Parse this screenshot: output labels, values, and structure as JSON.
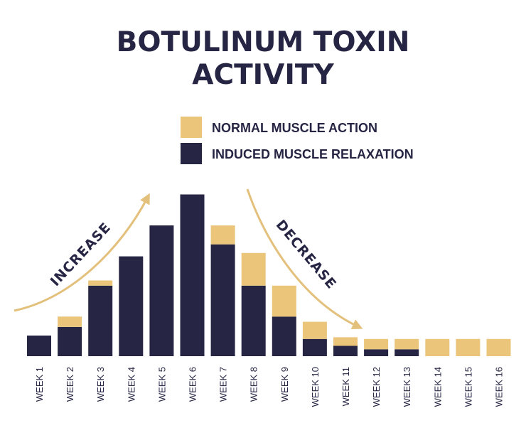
{
  "chart_data": {
    "type": "bar",
    "stacked": true,
    "title_lines": [
      "BOTULINUM TOXIN",
      "ACTIVITY"
    ],
    "categories": [
      "WEEK 1",
      "WEEK 2",
      "WEEK 3",
      "WEEK 4",
      "WEEK 5",
      "WEEK 6",
      "WEEK 7",
      "WEEK 8",
      "WEEK 9",
      "WEEK 10",
      "WEEK 11",
      "WEEK 12",
      "WEEK 13",
      "WEEK 14",
      "WEEK 15",
      "WEEK 16"
    ],
    "series": [
      {
        "name": "INDUCED MUSCLE RELAXATION",
        "color": "#262544",
        "values": [
          12,
          17,
          41,
          58,
          76,
          94,
          65,
          41,
          23,
          10,
          6,
          4,
          4,
          0,
          0,
          0
        ]
      },
      {
        "name": "NORMAL MUSCLE ACTION",
        "color": "#eac57a",
        "values": [
          0,
          6,
          3,
          0,
          0,
          0,
          11,
          19,
          18,
          10,
          5,
          6,
          6,
          10,
          10,
          10
        ]
      }
    ],
    "legend_order": [
      "NORMAL MUSCLE ACTION",
      "INDUCED MUSCLE RELAXATION"
    ],
    "annotations": [
      "INCREASE",
      "DECREASE"
    ],
    "ylim": [
      0,
      100
    ],
    "grid": false,
    "legend_position": "top-center",
    "title_color": "#262544",
    "arrow_color": "#e3c07c"
  }
}
